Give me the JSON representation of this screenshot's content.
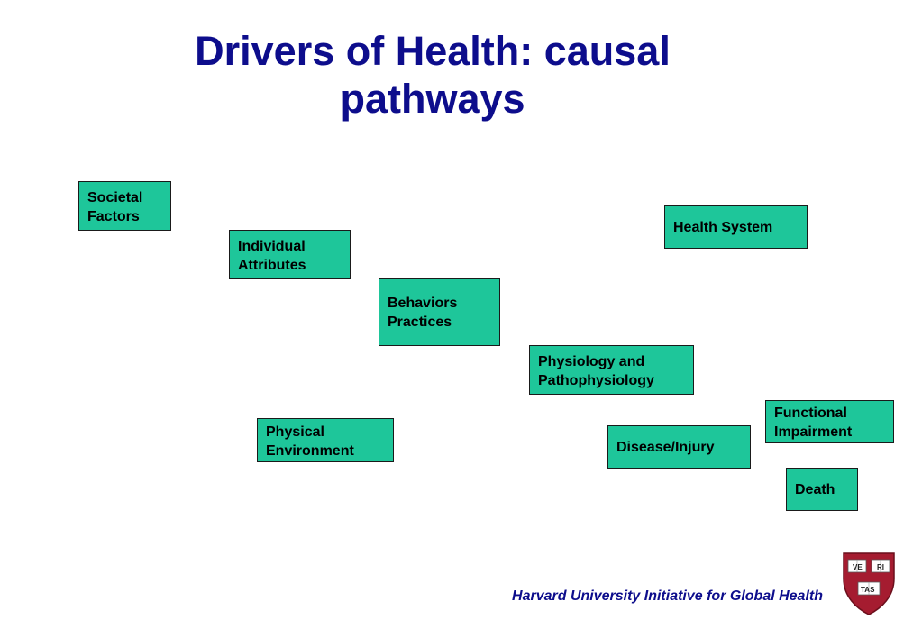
{
  "slide": {
    "title_line1": "Drivers of Health: causal",
    "title_line2": "pathways",
    "footer": "Harvard University Initiative for Global Health",
    "logo": {
      "icon": "harvard-veritas-shield-icon",
      "lettering": [
        "VE",
        "RI",
        "TAS"
      ],
      "shield_color": "#a51c30"
    }
  },
  "diagram": {
    "box_color": "#1ec69a",
    "nodes": {
      "societal_factors": {
        "line1": "Societal",
        "line2": "Factors"
      },
      "individual_attributes": {
        "line1": "Individual",
        "line2": "Attributes"
      },
      "behaviors_practices": {
        "line1": "Behaviors",
        "line2": "Practices"
      },
      "physiology": {
        "line1": "Physiology and",
        "line2": "Pathophysiology"
      },
      "physical_environment": {
        "line1": "Physical",
        "line2": "Environment"
      },
      "health_system": {
        "line1": "Health System"
      },
      "disease_injury": {
        "line1": "Disease/Injury"
      },
      "functional_impairment": {
        "line1": "Functional",
        "line2": "Impairment"
      },
      "death": {
        "line1": "Death"
      }
    }
  }
}
